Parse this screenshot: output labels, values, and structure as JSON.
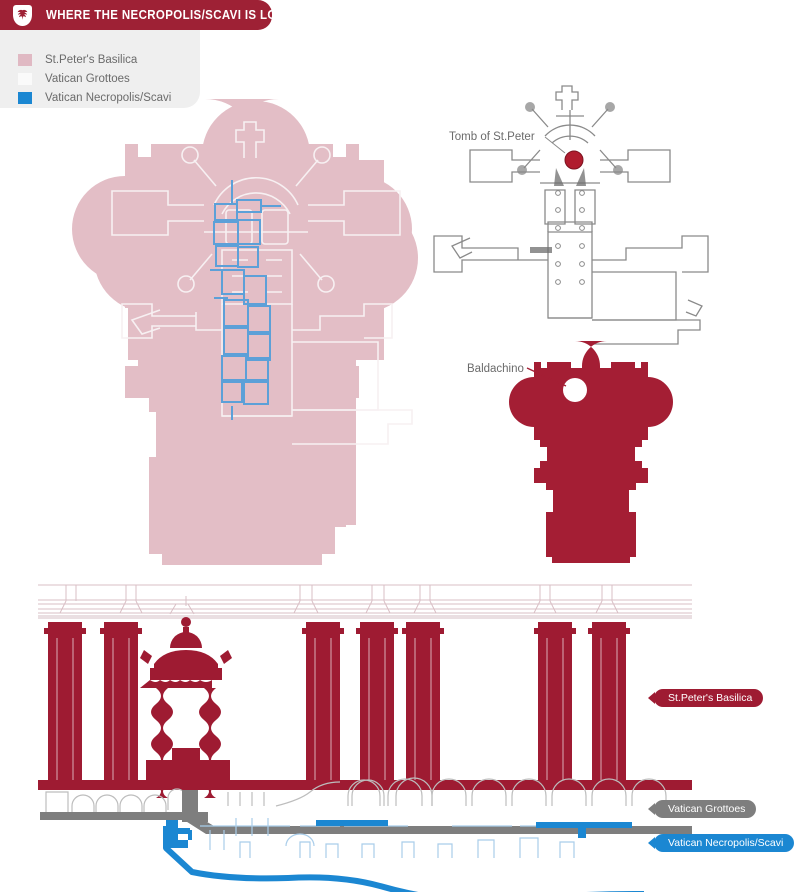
{
  "header": {
    "title": "WHERE THE NECROPOLIS/SCAVI IS LOCATED",
    "icon": "shield-eagle-icon",
    "bar_color": "#9E2135",
    "text_color": "#FFFFFF"
  },
  "legend": {
    "background": "#EFEFEF",
    "items": [
      {
        "label": "St.Peter's Basilica",
        "color": "#E0B9C3",
        "swatch": "basilica-swatch"
      },
      {
        "label": "Vatican Grottoes",
        "color": "#FAFAFA",
        "swatch": "grottoes-swatch"
      },
      {
        "label": "Vatican Necropolis/Scavi",
        "color": "#1B87D2",
        "swatch": "necropolis-swatch"
      }
    ]
  },
  "plans": {
    "main_plan": {
      "name": "St.Peter's Basilica floor plan",
      "fill": "#E3BEC6",
      "grottoes_stroke": "#F6F1F2",
      "necropolis_stroke": "#5D9FD6"
    },
    "grottoes_plan": {
      "name": "Vatican Grottoes plan",
      "stroke": "#8A8A8A",
      "annotation": {
        "label": "Tomb of St.Peter",
        "marker_color": "#B01C2E"
      }
    },
    "baldachino_plan": {
      "name": "Baldachino location plan",
      "fill": "#A41E34",
      "annotation": {
        "label": "Baldachino",
        "marker_color": "#FFFFFF"
      }
    }
  },
  "section": {
    "name": "Cross-section of St.Peter's Basilica",
    "colors": {
      "basilica": "#9E1B32",
      "basilica_light": "#E8D3D7",
      "grottoes": "#7E7E7E",
      "grottoes_light": "#BDBDBD",
      "necropolis": "#1B87D2",
      "necropolis_light": "#A9CDEA"
    },
    "callouts": [
      {
        "label": "St.Peter's Basilica",
        "color": "#9E1B32"
      },
      {
        "label": "Vatican Grottoes",
        "color": "#7E7E7E"
      },
      {
        "label": "Vatican Necropolis/Scavi",
        "color": "#1B87D2"
      }
    ]
  }
}
